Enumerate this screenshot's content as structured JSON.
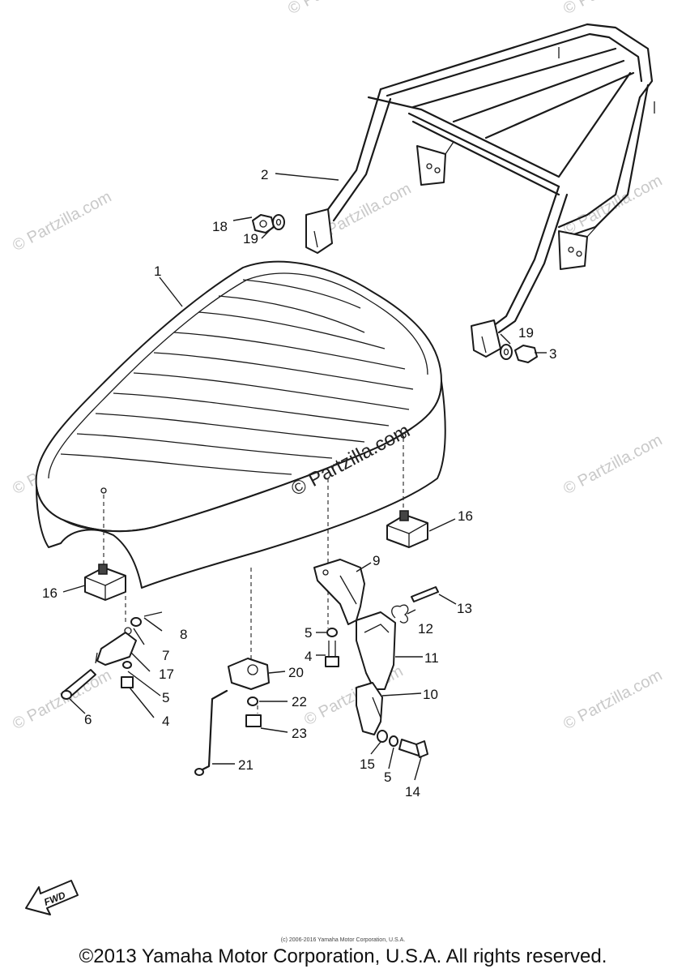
{
  "watermarks": {
    "main": "© Partzilla.com",
    "faint": "© Partzilla.com"
  },
  "callouts": {
    "c1": "1",
    "c2": "2",
    "c3": "3",
    "c4a": "4",
    "c4b": "4",
    "c5a": "5",
    "c5b": "5",
    "c5c": "5",
    "c6": "6",
    "c7": "7",
    "c8": "8",
    "c9": "9",
    "c10": "10",
    "c11": "11",
    "c12": "12",
    "c13": "13",
    "c14": "14",
    "c15": "15",
    "c16a": "16",
    "c16b": "16",
    "c17": "17",
    "c18": "18",
    "c19a": "19",
    "c19b": "19",
    "c20": "20",
    "c21": "21",
    "c22": "22",
    "c23": "23"
  },
  "fwd_label": "FWD",
  "small_copyright": "(c) 2006-2016 Yamaha Motor Corporation, U.S.A.",
  "footer": "©2013 Yamaha Motor Corporation, U.S.A. All rights reserved."
}
